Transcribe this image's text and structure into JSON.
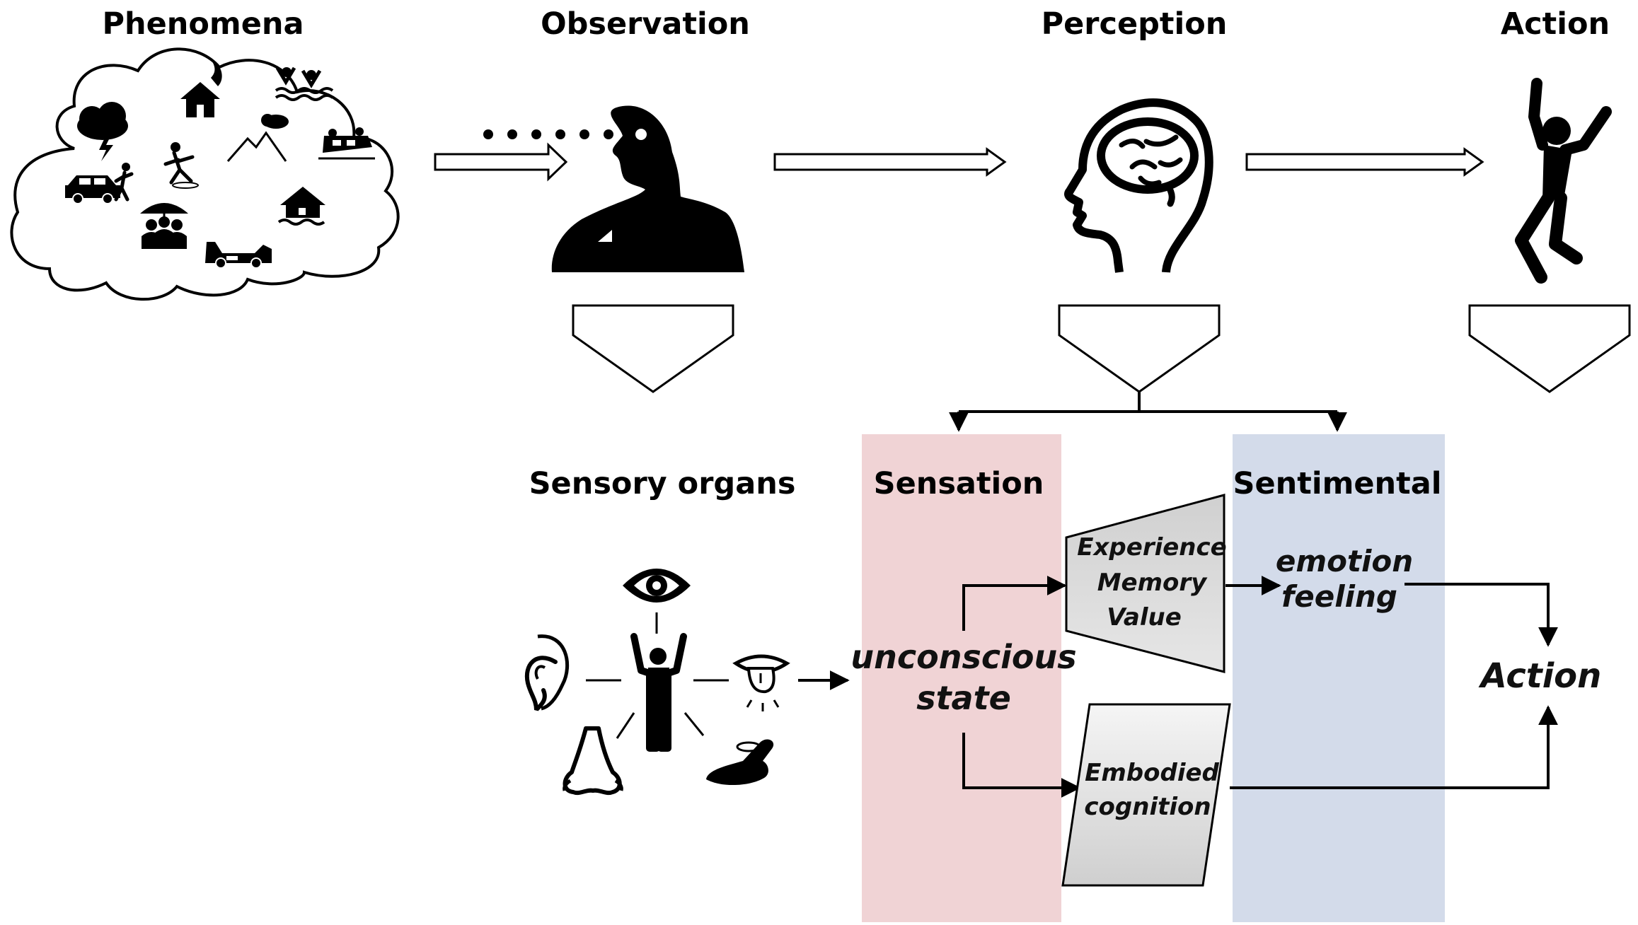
{
  "stages": {
    "phenomena": "Phenomena",
    "observation": "Observation",
    "perception": "Perception",
    "action": "Action"
  },
  "labels": {
    "sensory_organs": "Sensory organs",
    "sensation": "Sensation",
    "sentimental": "Sentimental",
    "unconscious_line1": "unconscious",
    "unconscious_line2": "state",
    "experience": "Experience",
    "memory": "Memory",
    "value": "Value",
    "emotion": "emotion",
    "feeling": "feeling",
    "embodied": "Embodied",
    "cognition": "cognition",
    "final_action": "Action"
  },
  "colors": {
    "sensation_band": "#f0d3d5",
    "sentimental_band": "#d3dbea",
    "gray_box": "#d9d9d9",
    "ink": "#000000"
  },
  "icons": {
    "cloud": "cloud-of-disaster-icons",
    "observer": "observer-silhouette-icon",
    "head": "brain-head-icon",
    "jumper": "jumping-person-icon",
    "senses": "five-senses-icon"
  }
}
